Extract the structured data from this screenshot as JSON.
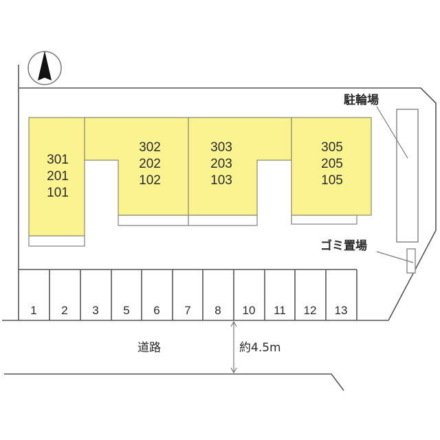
{
  "site_plan": {
    "compass": {
      "icon": "north-arrow-icon",
      "direction": "N"
    },
    "buildings": [
      {
        "id": "unit-col-1",
        "rooms": [
          "301",
          "201",
          "101"
        ]
      },
      {
        "id": "unit-col-2",
        "rooms": [
          "302",
          "202",
          "102"
        ]
      },
      {
        "id": "unit-col-3",
        "rooms": [
          "303",
          "203",
          "103"
        ]
      },
      {
        "id": "unit-col-5",
        "rooms": [
          "305",
          "205",
          "105"
        ]
      }
    ],
    "facilities": {
      "bicycle_parking": "駐輪場",
      "garbage_area": "ゴミ置場"
    },
    "parking_stalls": [
      "1",
      "2",
      "3",
      "5",
      "6",
      "7",
      "8",
      "10",
      "11",
      "12",
      "13"
    ],
    "road": {
      "label": "道路",
      "width_label": "約4.5m"
    },
    "colors": {
      "building_fill": "#fbf290",
      "line": "#555555",
      "background": "#ffffff"
    }
  }
}
